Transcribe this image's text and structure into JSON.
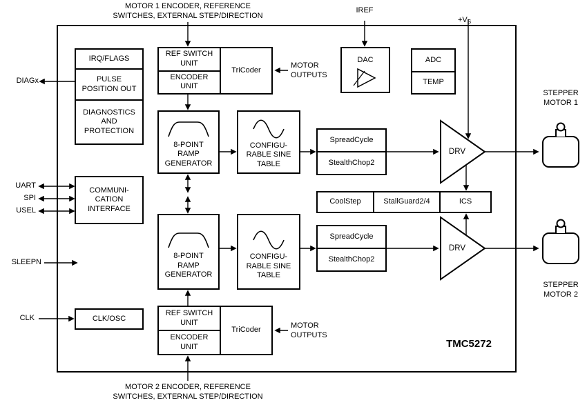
{
  "chip": {
    "name": "TMC5272"
  },
  "external_labels": {
    "motor1_io": "MOTOR 1 ENCODER, REFERENCE\nSWITCHES, EXTERNAL STEP/DIRECTION",
    "motor2_io": "MOTOR 2 ENCODER, REFERENCE\nSWITCHES, EXTERNAL STEP/DIRECTION",
    "iref": "IREF",
    "vs_main": "+V",
    "vs_sub": "S",
    "stepper_motor_1": "STEPPER\nMOTOR 1",
    "stepper_motor_2": "STEPPER\nMOTOR 2"
  },
  "pins": {
    "diagx": "DIAGx",
    "uart": "UART",
    "spi": "SPI",
    "usel": "USEL",
    "sleepn": "SLEEPN",
    "clk": "CLK"
  },
  "blocks": {
    "irq_flags": "IRQ/FLAGS",
    "pulse_position": "PULSE\nPOSITION OUT",
    "diagnostics": "DIAGNOSTICS\nAND\nPROTECTION",
    "comm_interface": "COMMUNI-\nCATION\nINTERFACE",
    "clk_osc": "CLK/OSC",
    "ref_switch_unit": "REF SWITCH\nUNIT",
    "encoder_unit": "ENCODER\nUNIT",
    "tricoder": "TriCoder",
    "motor_outputs": "MOTOR\nOUTPUTS",
    "ramp_generator": "8-POINT\nRAMP\nGENERATOR",
    "sine_table": "CONFIGU-\nRABLE SINE\nTABLE",
    "spreadcycle": "SpreadCycle",
    "stealthchop": "StealthChop2",
    "dac": "DAC",
    "adc": "ADC",
    "temp": "TEMP",
    "coolstep": "CoolStep",
    "stallguard": "StallGuard2/4",
    "ics": "ICS",
    "drv": "DRV"
  },
  "colors": {
    "line": "#000000",
    "background": "#ffffff"
  }
}
